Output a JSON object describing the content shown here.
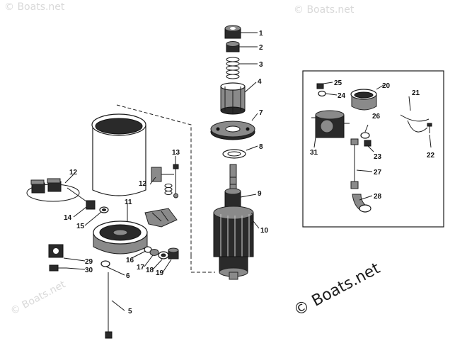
{
  "watermarks": {
    "main": "© Boats.net",
    "faint": "© Boats.net"
  },
  "callouts": [
    "1",
    "2",
    "3",
    "4",
    "5",
    "6",
    "7",
    "8",
    "9",
    "10",
    "11",
    "12",
    "12",
    "13",
    "14",
    "15",
    "16",
    "17",
    "18",
    "19",
    "20",
    "21",
    "22",
    "23",
    "24",
    "25",
    "26",
    "27",
    "28",
    "29",
    "30",
    "31"
  ]
}
